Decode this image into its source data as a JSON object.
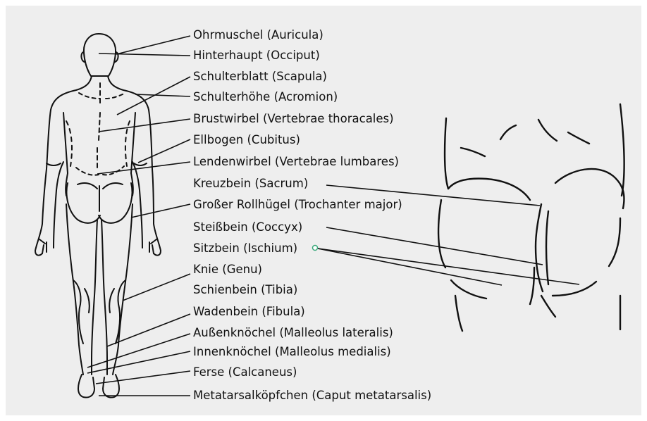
{
  "diagram": {
    "colors": {
      "background": "#eeeeee",
      "lines": "#111111",
      "marker": "#3aa87a"
    },
    "labels": [
      {
        "id": "ohrmuschel",
        "text": "Ohrmuschel (Auricula)"
      },
      {
        "id": "hinterhaupt",
        "text": "Hinterhaupt (Occiput)"
      },
      {
        "id": "schulterblatt",
        "text": "Schulterblatt (Scapula)"
      },
      {
        "id": "schulterhoehe",
        "text": "Schulterhöhe (Acromion)"
      },
      {
        "id": "brustwirbel",
        "text": "Brustwirbel (Vertebrae thoracales)"
      },
      {
        "id": "ellbogen",
        "text": "Ellbogen (Cubitus)"
      },
      {
        "id": "lendenwirbel",
        "text": "Lendenwirbel (Vertebrae lumbares)"
      },
      {
        "id": "kreuzbein",
        "text": "Kreuzbein (Sacrum)"
      },
      {
        "id": "rollhuegel",
        "text": "Großer Rollhügel (Trochanter major)"
      },
      {
        "id": "steissbein",
        "text": "Steißbein (Coccyx)"
      },
      {
        "id": "sitzbein",
        "text": "Sitzbein (Ischium)"
      },
      {
        "id": "knie",
        "text": "Knie (Genu)"
      },
      {
        "id": "schienbein",
        "text": "Schienbein (Tibia)"
      },
      {
        "id": "wadenbein",
        "text": "Wadenbein (Fibula)"
      },
      {
        "id": "aussenknoechel",
        "text": "Außenknöchel (Malleolus lateralis)"
      },
      {
        "id": "innenknoechel",
        "text": "Innenknöchel (Malleolus medialis)"
      },
      {
        "id": "ferse",
        "text": "Ferse (Calcaneus)"
      },
      {
        "id": "metatarsal",
        "text": "Metatarsalköpfchen (Caput metatarsalis)"
      }
    ]
  }
}
